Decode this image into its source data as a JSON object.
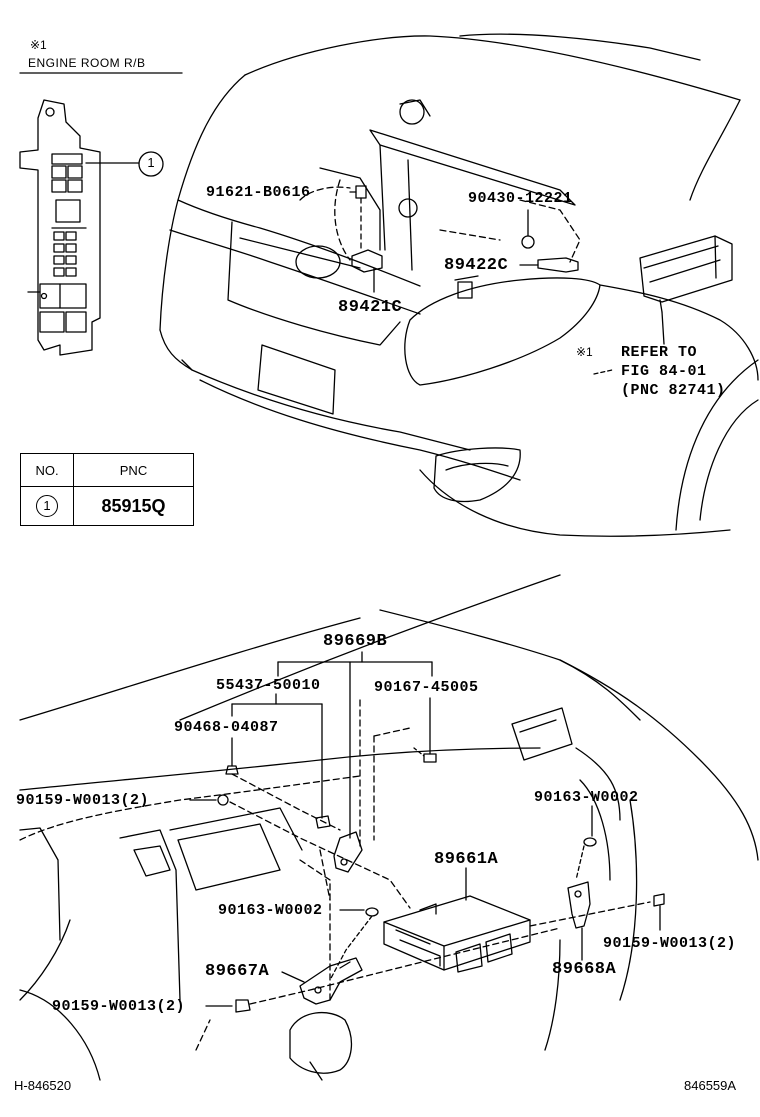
{
  "header": {
    "mark": "※1",
    "title": "ENGINE ROOM R/B"
  },
  "table": {
    "col_no": "NO.",
    "col_pnc": "PNC",
    "rows": [
      {
        "no": "1",
        "pnc": "85915Q"
      }
    ]
  },
  "callouts": {
    "fusebox_ref": "1",
    "refer_mark": "※1"
  },
  "top_parts": {
    "p1": "91621-B0616",
    "p2": "90430-12221",
    "p3": "89422C",
    "p4": "89421C",
    "refer_line1": "REFER TO",
    "refer_line2": "FIG 84-01",
    "refer_line3": "(PNC 82741)"
  },
  "bottom_parts": {
    "p1": "89669B",
    "p2": "55437-50010",
    "p3": "90167-45005",
    "p4": "90468-04087",
    "p5": "90159-W0013(2)",
    "p6": "90163-W0002",
    "p7": "89661A",
    "p8": "90163-W0002",
    "p9": "90159-W0013(2)",
    "p10": "89667A",
    "p11": "90159-W0013(2)",
    "p12": "89668A"
  },
  "footer": {
    "left": "H-846520",
    "right": "846559A"
  }
}
